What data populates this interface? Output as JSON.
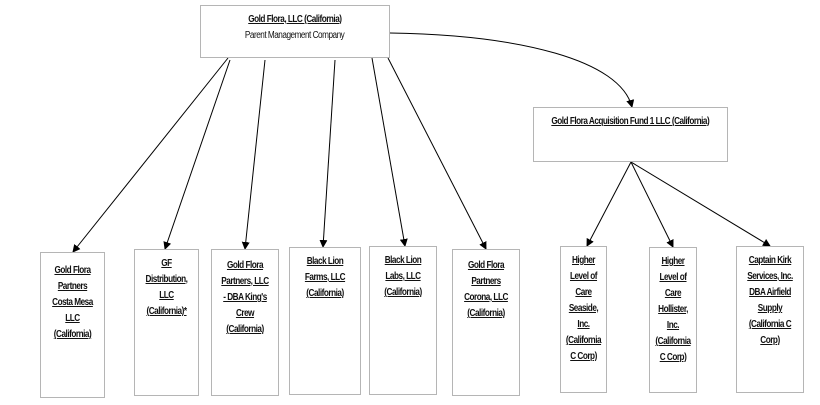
{
  "parent": {
    "name": "Gold Flora, LLC (California)",
    "subtitle": "Parent Management Company"
  },
  "fund": {
    "name": "Gold Flora Acquisition Fund 1 LLC (California)"
  },
  "parent_children": [
    {
      "name": "Gold Flora Partners Costa Mesa LLC (California)"
    },
    {
      "name": "GF Distribution, LLC (California)*"
    },
    {
      "name": "Gold Flora Partners, LLC - DBA King's Crew (California)"
    },
    {
      "name": "Black Lion Farms, LLC (California)"
    },
    {
      "name": "Black Lion Labs, LLC (California)"
    },
    {
      "name": "Gold Flora Partners Corona, LLC (California)"
    }
  ],
  "fund_children": [
    {
      "name": "Higher Level of Care Seaside, Inc. (California C Corp)"
    },
    {
      "name": "Higher Level of Care Hollister, Inc. (California C Corp)"
    },
    {
      "name": "Captain Kirk Services, Inc. DBA Airfield Supply (California C Corp)"
    }
  ]
}
